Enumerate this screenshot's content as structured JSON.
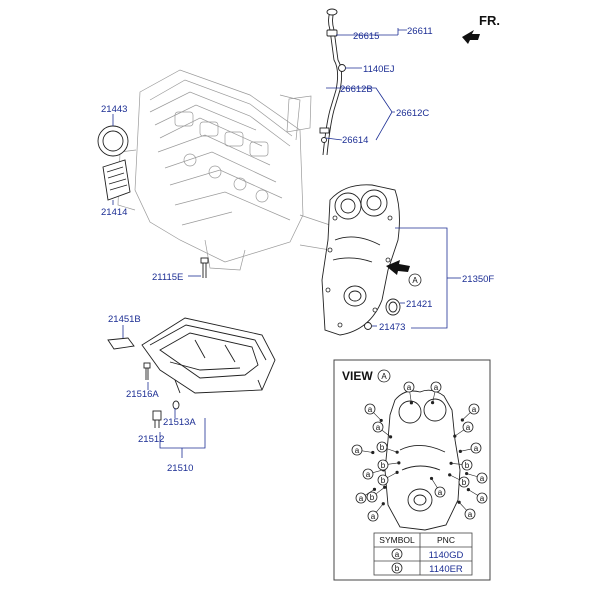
{
  "header": {
    "fr_label": "FR."
  },
  "part_numbers": {
    "p26611": "26611",
    "p26615": "26615",
    "p1140ej": "1140EJ",
    "p26612b": "26612B",
    "p26612c": "26612C",
    "p26614": "26614",
    "p21443": "21443",
    "p21414": "21414",
    "p21115e": "21115E",
    "p21350f": "21350F",
    "p21421": "21421",
    "p21473": "21473",
    "p21451b": "21451B",
    "p21516a": "21516A",
    "p21513a": "21513A",
    "p21512": "21512",
    "p21510": "21510"
  },
  "view_marker": {
    "letter": "A"
  },
  "view_box": {
    "title": "VIEW",
    "letter": "A",
    "legend": {
      "col_symbol": "SYMBOL",
      "col_pnc": "PNC",
      "rows": [
        {
          "symbol": "a",
          "pnc": "1140GD"
        },
        {
          "symbol": "b",
          "pnc": "1140ER"
        }
      ]
    },
    "bolts_a": [
      [
        409,
        387
      ],
      [
        436,
        387
      ],
      [
        370,
        409
      ],
      [
        474,
        409
      ],
      [
        378,
        427
      ],
      [
        468,
        427
      ],
      [
        357,
        450
      ],
      [
        476,
        448
      ],
      [
        368,
        474
      ],
      [
        482,
        478
      ],
      [
        361,
        498
      ],
      [
        482,
        498
      ],
      [
        373,
        516
      ],
      [
        470,
        514
      ],
      [
        440,
        492
      ]
    ],
    "bolts_b": [
      [
        382,
        447
      ],
      [
        467,
        465
      ],
      [
        383,
        465
      ],
      [
        383,
        480
      ],
      [
        372,
        497
      ],
      [
        464,
        482
      ]
    ]
  },
  "colors": {
    "part_number": "#1c2e94",
    "outline": "#222222",
    "ghost": "#9a9a9a"
  }
}
